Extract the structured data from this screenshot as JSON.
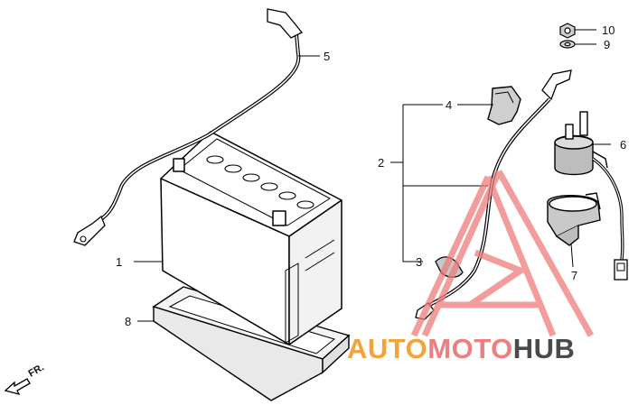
{
  "diagram": {
    "callouts": [
      {
        "id": "1",
        "label": "1"
      },
      {
        "id": "2",
        "label": "2"
      },
      {
        "id": "3",
        "label": "3"
      },
      {
        "id": "4",
        "label": "4"
      },
      {
        "id": "5",
        "label": "5"
      },
      {
        "id": "6",
        "label": "6"
      },
      {
        "id": "7",
        "label": "7"
      },
      {
        "id": "8",
        "label": "8"
      },
      {
        "id": "9",
        "label": "9"
      },
      {
        "id": "10",
        "label": "10"
      }
    ],
    "front_arrow_label": "FR."
  },
  "watermark": {
    "parts": [
      "AUTO",
      "MOTO",
      "HUB"
    ],
    "colors": {
      "auto": "#f2a33a",
      "moto": "#ee7f7f",
      "hub": "#4a4a4a",
      "triangle": "#ee7b7b"
    }
  }
}
